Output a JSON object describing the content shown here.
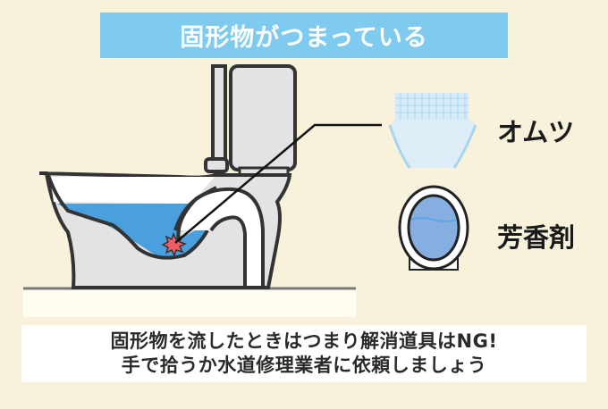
{
  "title": "固形物がつまっている",
  "items": [
    {
      "label": "オムツ",
      "icon": "diaper-icon"
    },
    {
      "label": "芳香剤",
      "icon": "air-freshener-icon"
    }
  ],
  "note": {
    "line1": "固形物を流したときはつまり解消道具はNG!",
    "line2": "手で拾うか水道修理業者に依頼しましょう"
  },
  "colors": {
    "background": "#f8f2dc",
    "banner": "#7fcbf0",
    "water": "#4aa0dc",
    "toilet": "#e3e3e3",
    "outline": "#333333",
    "blockage": "#f25c64"
  }
}
